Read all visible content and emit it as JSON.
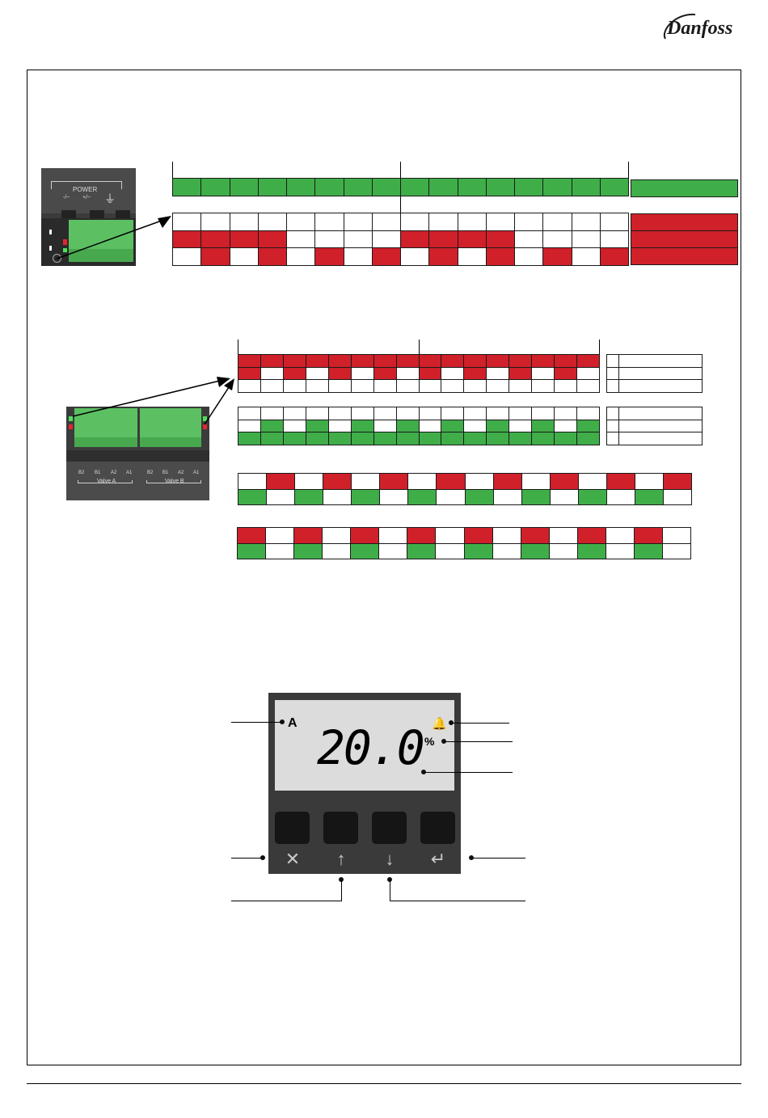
{
  "brand": {
    "logo_text": "Danfoss"
  },
  "power_module": {
    "header": "POWER",
    "terminals": [
      "-/~",
      "+/~",
      "⏚"
    ]
  },
  "valve_module": {
    "terminals": [
      "B2",
      "B1",
      "A2",
      "A1",
      "B2",
      "B1",
      "A2",
      "A1"
    ],
    "group_a": "Valve A",
    "group_b": "Valve B"
  },
  "pattern_1": {
    "top_row": [
      "g",
      "g",
      "g",
      "g",
      "g",
      "g",
      "g",
      "g",
      "g",
      "g",
      "g",
      "g",
      "g",
      "g",
      "g",
      "g"
    ],
    "row_a": [
      "w",
      "w",
      "w",
      "w",
      "w",
      "w",
      "w",
      "w",
      "w",
      "w",
      "w",
      "w",
      "w",
      "w",
      "w",
      "w"
    ],
    "row_b": [
      "r",
      "r",
      "r",
      "r",
      "w",
      "w",
      "w",
      "w",
      "r",
      "r",
      "r",
      "r",
      "w",
      "w",
      "w",
      "w"
    ],
    "row_c": [
      "w",
      "r",
      "w",
      "r",
      "w",
      "r",
      "w",
      "r",
      "w",
      "r",
      "w",
      "r",
      "w",
      "r",
      "w",
      "r"
    ],
    "legend": [
      "g",
      "r",
      "r",
      "r"
    ]
  },
  "pattern_2": {
    "red_rows": [
      [
        "r",
        "r",
        "r",
        "r",
        "r",
        "r",
        "r",
        "r",
        "r",
        "r",
        "r",
        "r",
        "r",
        "r",
        "r",
        "r"
      ],
      [
        "r",
        "w",
        "r",
        "w",
        "r",
        "w",
        "r",
        "w",
        "r",
        "w",
        "r",
        "w",
        "r",
        "w",
        "r",
        "w"
      ],
      [
        "w",
        "w",
        "w",
        "w",
        "w",
        "w",
        "w",
        "w",
        "w",
        "w",
        "w",
        "w",
        "w",
        "w",
        "w",
        "w"
      ]
    ],
    "green_rows": [
      [
        "w",
        "w",
        "w",
        "w",
        "w",
        "w",
        "w",
        "w",
        "w",
        "w",
        "w",
        "w",
        "w",
        "w",
        "w",
        "w"
      ],
      [
        "w",
        "g",
        "w",
        "g",
        "w",
        "g",
        "w",
        "g",
        "w",
        "g",
        "w",
        "g",
        "w",
        "g",
        "w",
        "g"
      ],
      [
        "g",
        "g",
        "g",
        "g",
        "g",
        "g",
        "g",
        "g",
        "g",
        "g",
        "g",
        "g",
        "g",
        "g",
        "g",
        "g"
      ]
    ]
  },
  "pattern_3": {
    "row_top": [
      "w",
      "r",
      "w",
      "r",
      "w",
      "r",
      "w",
      "r",
      "w",
      "r",
      "w",
      "r",
      "w",
      "r",
      "w",
      "r"
    ],
    "row_bottom": [
      "g",
      "w",
      "g",
      "w",
      "g",
      "w",
      "g",
      "w",
      "g",
      "w",
      "g",
      "w",
      "g",
      "w",
      "g",
      "w"
    ]
  },
  "pattern_4": {
    "row_top": [
      "r",
      "w",
      "r",
      "w",
      "r",
      "w",
      "r",
      "w",
      "r",
      "w",
      "r",
      "w",
      "r",
      "w",
      "r",
      "w"
    ],
    "row_bottom": [
      "g",
      "w",
      "g",
      "w",
      "g",
      "w",
      "g",
      "w",
      "g",
      "w",
      "g",
      "w",
      "g",
      "w",
      "g",
      "w"
    ]
  },
  "display": {
    "channel": "A",
    "value": "20.0",
    "unit": "%",
    "buttons": [
      {
        "symbol": "✕",
        "name": "cancel"
      },
      {
        "symbol": "↑",
        "name": "up"
      },
      {
        "symbol": "↓",
        "name": "down"
      },
      {
        "symbol": "↵",
        "name": "enter"
      }
    ]
  },
  "colors": {
    "green": "#3fae49",
    "red": "#d0202a",
    "device_dark": "#3a3a3a",
    "lcd": "#dcdcdc"
  }
}
